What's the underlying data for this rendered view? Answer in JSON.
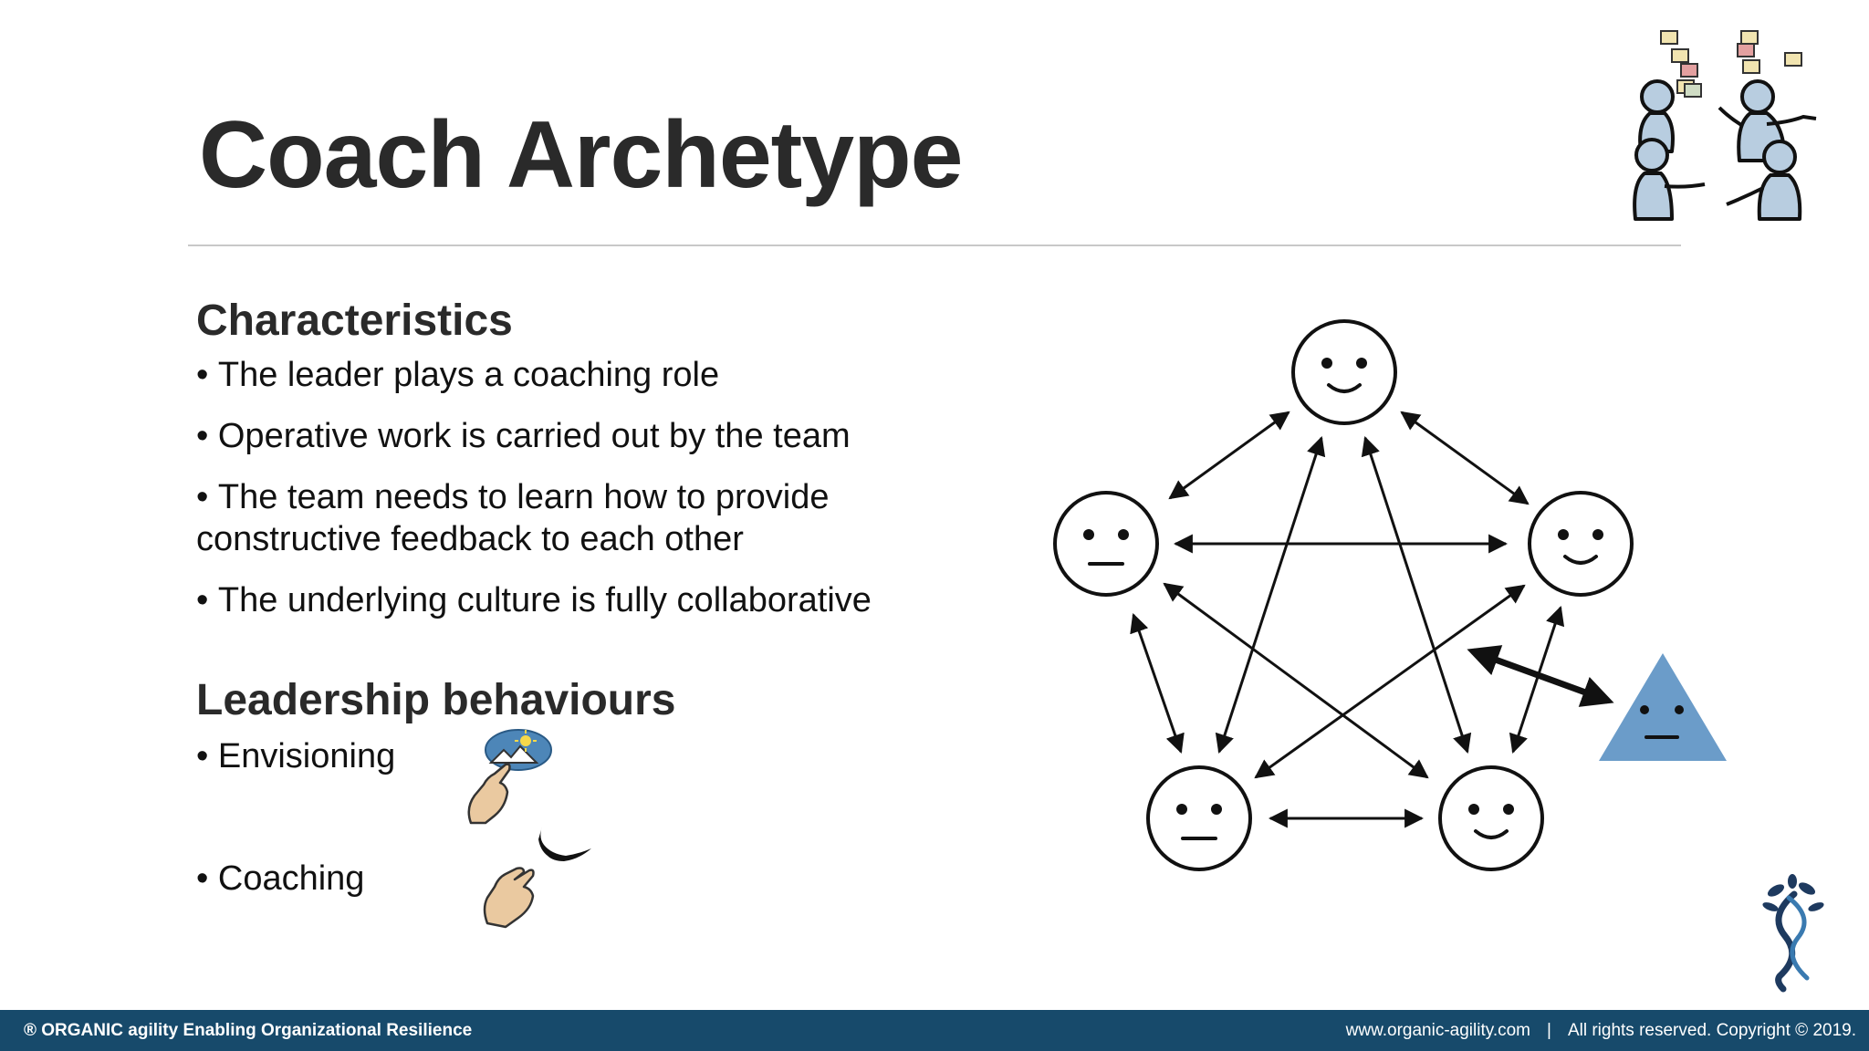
{
  "slide": {
    "title": "Coach Archetype"
  },
  "characteristics": {
    "heading": "Characteristics",
    "items": [
      {
        "line1": "The leader plays a coaching role"
      },
      {
        "line1": "Operative work is carried out by the team"
      },
      {
        "line1": "The team needs to learn how to provide",
        "line2": "constructive feedback to each other"
      },
      {
        "line1": "The underlying culture is fully collaborative"
      }
    ]
  },
  "behaviours": {
    "heading": "Leadership behaviours",
    "items": [
      {
        "label": "Envisioning",
        "icon": "pointing-hand-vision-icon"
      },
      {
        "label": "Coaching",
        "icon": "hand-bird-icon"
      }
    ]
  },
  "diagram": {
    "nodes": [
      "smiley-face-top",
      "neutral-face-left",
      "smiley-face-right",
      "neutral-face-bottom-left",
      "smiley-face-bottom-right"
    ],
    "coach": "neutral-triangle-coach"
  },
  "footer": {
    "brand": "® ORGANIC agility  Enabling Organizational Resilience",
    "website": "www.organic-agility.com",
    "separator": "|",
    "copyright": "All rights reserved. Copyright © 2019."
  },
  "colors": {
    "footer_bg": "#174a6b",
    "title": "#2a2a2a",
    "person_fill": "#b8cde0",
    "triangle_fill": "#6b9cc9",
    "logo_dark": "#1e3a5f",
    "logo_light": "#3a7ab0"
  }
}
